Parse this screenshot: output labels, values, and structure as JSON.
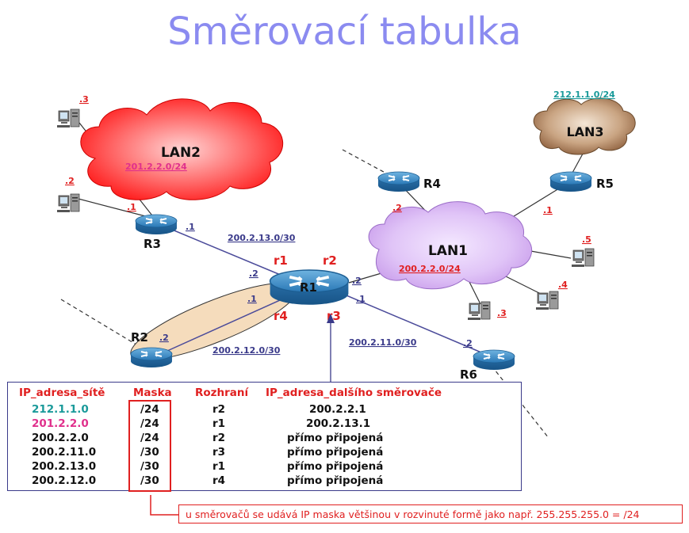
{
  "title": "Směrovací tabulka",
  "colors": {
    "title": "#8b8bf0",
    "red": "#e02020",
    "teal": "#1a9a9a",
    "pink": "#e0308c",
    "blue": "#3a3a8a",
    "router": "#2f86c7"
  },
  "networks": {
    "lan1": {
      "name": "LAN1",
      "net": "200.2.2.0/24"
    },
    "lan2": {
      "name": "LAN2",
      "net": "201.2.2.0/24"
    },
    "lan3": {
      "name": "LAN3",
      "net": "212.1.1.0/24"
    }
  },
  "routers": {
    "r1": "R1",
    "r2": "R2",
    "r3": "R3",
    "r4": "R4",
    "r5": "R5",
    "r6": "R6"
  },
  "interfaces": {
    "r1": "r1",
    "r2": "r2",
    "r3": "r3",
    "r4": "r4"
  },
  "links": {
    "r1_r3": "200.2.13.0/30",
    "r1_r2": "200.2.12.0/30",
    "r1_r6": "200.2.11.0/30"
  },
  "host_labels": {
    "lan2_pc3": ".3",
    "lan2_pc2": ".2",
    "r3_lan": ".1",
    "r3_wan": ".1",
    "r1_r3side": ".2",
    "r1_r2side": ".1",
    "r2_wan": ".2",
    "r1_lan": ".2",
    "r1_r6side": ".1",
    "r6_wan": ".2",
    "r4_lan": ".2",
    "r5_lan": ".1",
    "lan1_pc5": ".5",
    "lan1_pc4": ".4",
    "lan1_pc3": ".3"
  },
  "table": {
    "headers": [
      "IP_adresa_sítě",
      "Maska",
      "Rozhraní",
      "IP_adresa_dalšího směrovače"
    ],
    "rows": [
      {
        "net": "212.1.1.0",
        "mask": "/24",
        "iface": "r2",
        "next": "200.2.2.1"
      },
      {
        "net": "201.2.2.0",
        "mask": "/24",
        "iface": "r1",
        "next": "200.2.13.1"
      },
      {
        "net": "200.2.2.0",
        "mask": "/24",
        "iface": "r2",
        "next": "přímo připojená"
      },
      {
        "net": "200.2.11.0",
        "mask": "/30",
        "iface": "r3",
        "next": "přímo připojená"
      },
      {
        "net": "200.2.13.0",
        "mask": "/30",
        "iface": "r1",
        "next": "přímo připojená"
      },
      {
        "net": "200.2.12.0",
        "mask": "/30",
        "iface": "r4",
        "next": "přímo připojená"
      }
    ]
  },
  "note": "u směrovačů se udává IP maska většinou v rozvinuté formě jako např. 255.255.255.0 = /24"
}
